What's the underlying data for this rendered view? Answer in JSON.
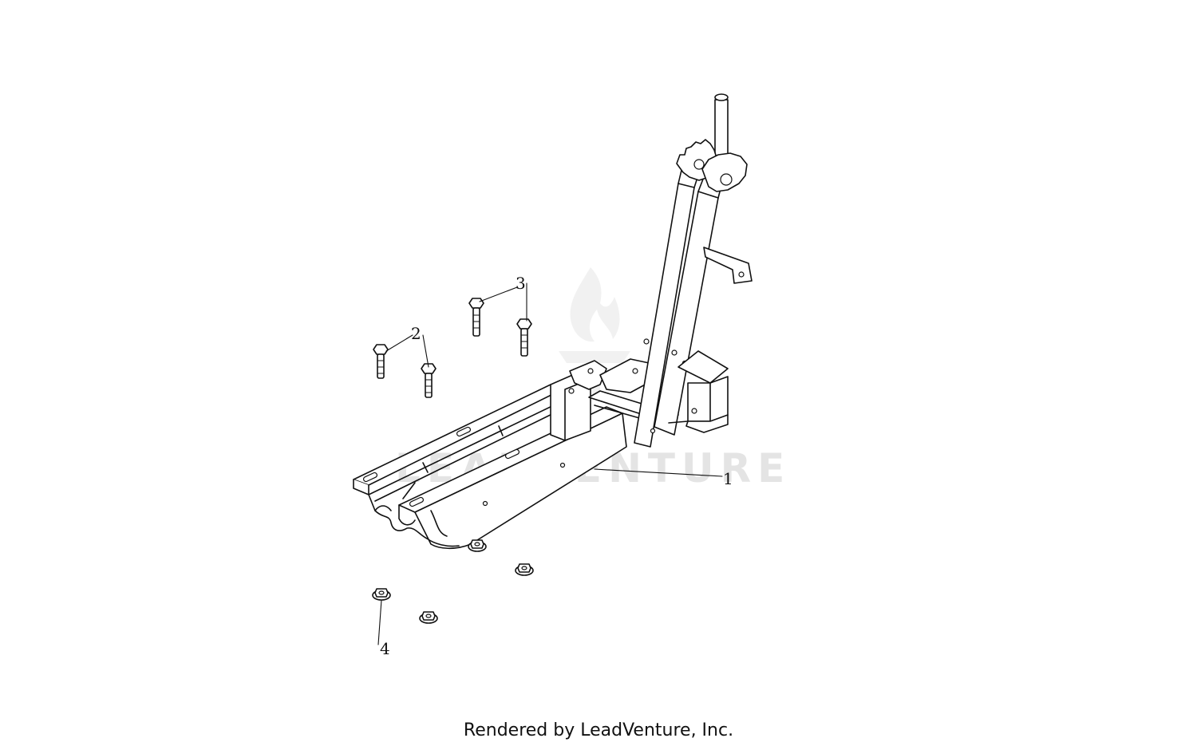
{
  "diagram": {
    "callouts": [
      {
        "id": "1",
        "label": "1"
      },
      {
        "id": "2",
        "label": "2"
      },
      {
        "id": "3",
        "label": "3"
      },
      {
        "id": "4",
        "label": "4"
      }
    ],
    "watermark_text": "LEADVENTURE",
    "footer_text": "Rendered by LeadVenture, Inc."
  },
  "colors": {
    "line": "#111111",
    "background": "#ffffff",
    "watermark": "#cfcfcf"
  }
}
